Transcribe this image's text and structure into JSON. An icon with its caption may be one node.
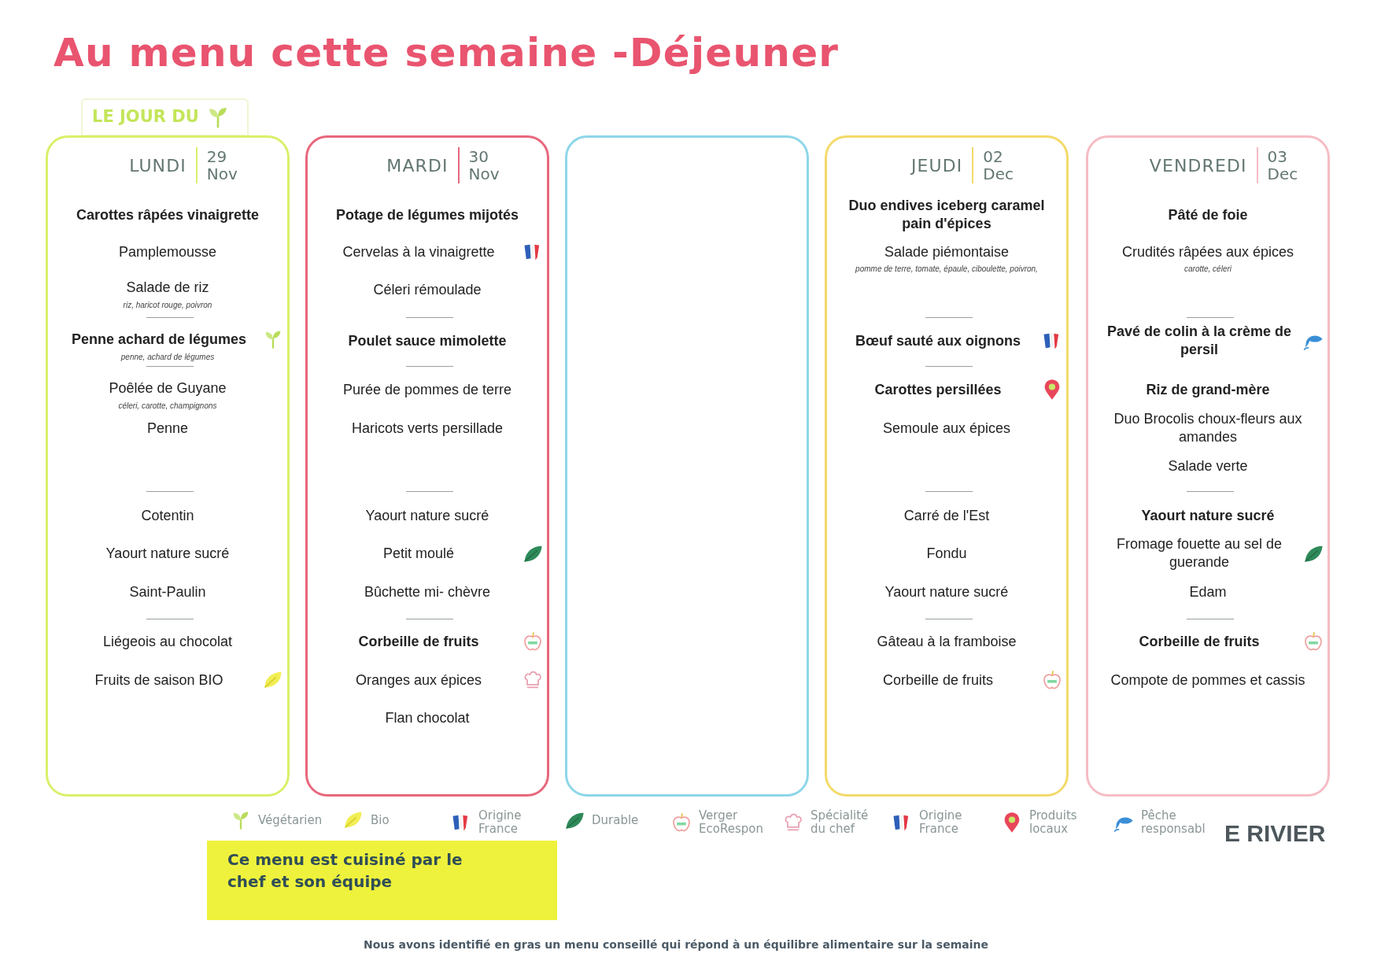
{
  "diagram": {
    "title": "Au menu cette semaine -Déjeuner",
    "nodes": [
      {
        "text": [
          "LE JOUR DU"
        ]
      },
      {
        "text": [
          "LUNDI",
          "29",
          "Nov",
          "Carottes râpées vinaigrette",
          "Pamplemousse",
          "Salade de riz",
          "riz, haricot rouge, poivron",
          "Penne achard de légumes",
          "penne, achard de légumes",
          "Poêlée de Guyane",
          "céleri, carotte, champignons",
          "Penne",
          "Cotentin",
          "Yaourt nature sucré",
          "Saint-Paulin",
          "Liégeois au chocolat",
          "Fruits de saison BIO"
        ]
      },
      {
        "text": [
          "MARDI",
          "30",
          "Nov",
          "Potage de légumes mijotés",
          "Cervelas à la vinaigrette",
          "Céleri rémoulade",
          "Poulet sauce mimolette",
          "Purée de pommes de terre",
          "Haricots verts persillade",
          "Yaourt nature sucré",
          "Petit moulé",
          "Bûchette mi- chèvre",
          "Corbeille de fruits",
          "Oranges aux épices",
          "Flan chocolat"
        ]
      },
      {
        "text": [],
        "shape": "box"
      },
      {
        "text": [
          "JEUDI",
          "02",
          "Dec",
          "Duo endives iceberg caramel pain d'épices",
          "Salade piémontaise",
          "pomme de terre, tomate, épaule, ciboulette, poivron,",
          "Bœuf sauté aux oignons",
          "Carottes persillées",
          "Semoule aux épices",
          "Carré de l'Est",
          "Fondu",
          "Yaourt nature sucré",
          "Gâteau à la framboise",
          "Corbeille de fruits"
        ]
      },
      {
        "text": [
          "VENDREDI",
          "03",
          "Dec",
          "Pâté de foie",
          "Crudités râpées aux épices",
          "carotte, céleri",
          "Pavé de colin à la crème de persil",
          "Riz de grand-mère",
          "Duo Brocolis choux-fleurs aux amandes",
          "Salade verte",
          "Yaourt nature sucré",
          "Fromage fouette au sel de guerande",
          "Edam",
          "Corbeille de fruits",
          "Compote de pommes et cassis"
        ]
      },
      {
        "text": [
          "Ce menu est cuisiné par le chef et son équipe"
        ]
      }
    ],
    "labels": [
      "E RIVIER",
      "Nous avons identifié en gras un menu conseillé qui répond à un équilibre alimentaire sur la semaine"
    ],
    "legend": [
      {
        "text": "Végétarien"
      },
      {
        "text": "Bio"
      },
      {
        "text": "Origine France"
      },
      {
        "text": "Durable"
      },
      {
        "text": "Verger EcoRespon"
      },
      {
        "text": "Spécialité du chef"
      },
      {
        "text": "Origine France"
      },
      {
        "text": "Produits locaux"
      },
      {
        "text": "Pêche responsabl"
      }
    ]
  }
}
